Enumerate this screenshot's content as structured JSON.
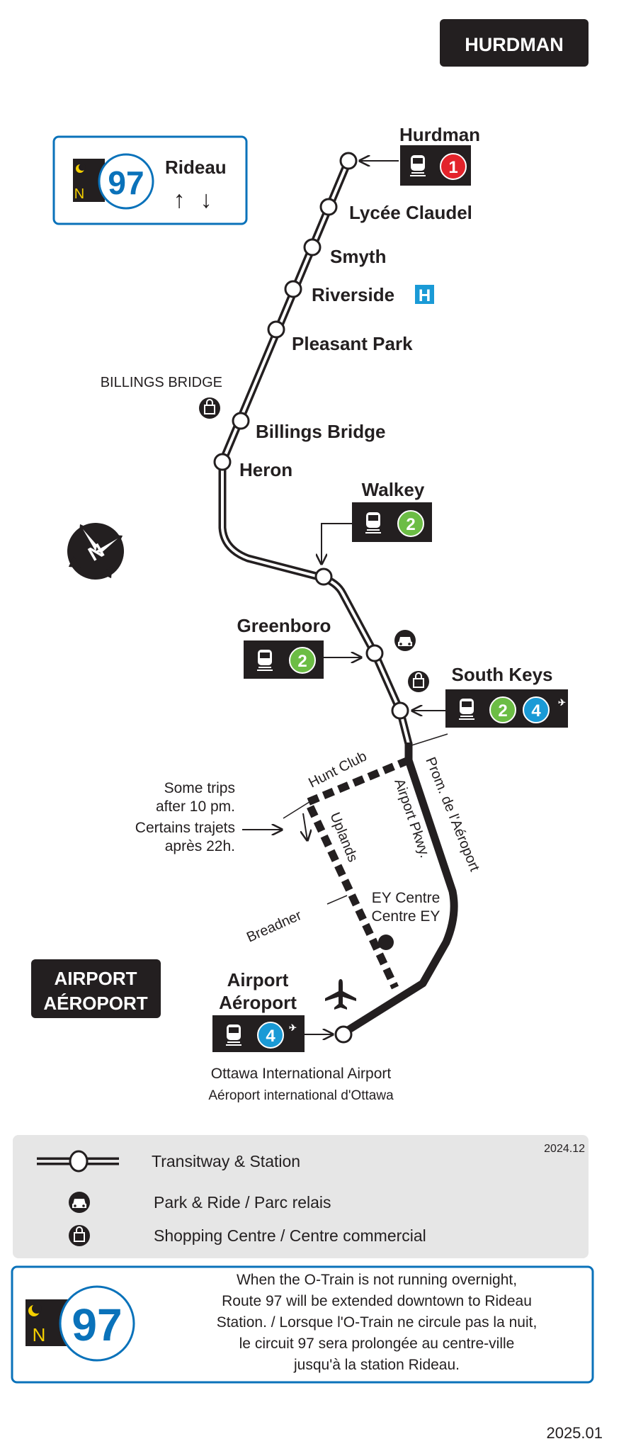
{
  "header": {
    "title": "HURDMAN"
  },
  "route_box": {
    "night_letter": "N",
    "route_number": "97",
    "destination": "Rideau",
    "direction_up": "↑",
    "direction_down": "↓"
  },
  "stations": [
    {
      "name": "Hurdman",
      "connections": [
        "1"
      ]
    },
    {
      "name": "Lycée Claudel"
    },
    {
      "name": "Smyth"
    },
    {
      "name": "Riverside",
      "icon_text": "H"
    },
    {
      "name": "Pleasant Park"
    },
    {
      "name": "Billings Bridge"
    },
    {
      "name": "Heron"
    },
    {
      "name": "Walkey",
      "connections": [
        "2"
      ]
    },
    {
      "name": "Greenboro",
      "connections": [
        "2"
      ]
    },
    {
      "name": "South Keys",
      "connections": [
        "2",
        "4"
      ]
    },
    {
      "name_en": "Airport",
      "name_fr": "Aéroport",
      "connections": [
        "4"
      ]
    }
  ],
  "landmarks": {
    "billings_mall": "BILLINGS BRIDGE",
    "ey_en": "EY Centre",
    "ey_fr": "Centre EY",
    "airport_en": "Ottawa International Airport",
    "airport_fr": "Aéroport international d'Ottawa"
  },
  "streets": {
    "hunt_club": "Hunt Club",
    "uplands": "Uplands",
    "breadner": "Breadner",
    "airport_pkwy": "Airport Pkwy.",
    "prom": "Prom. de l'Aéroport"
  },
  "note": {
    "line1": "Some trips",
    "line2": "after 10 pm.",
    "line3": "Certains trajets",
    "line4": "après 22h."
  },
  "destination_box": {
    "line1": "AIRPORT",
    "line2": "AÉROPORT"
  },
  "compass": {
    "label": "N"
  },
  "legend": {
    "version": "2024.12",
    "items": [
      {
        "icon": "transitway-station-icon",
        "label": "Transitway & Station"
      },
      {
        "icon": "park-and-ride-icon",
        "label": "Park & Ride / Parc relais"
      },
      {
        "icon": "shopping-centre-icon",
        "label": "Shopping Centre / Centre commercial"
      }
    ]
  },
  "overnight_note": {
    "night_letter": "N",
    "route_number": "97",
    "lines": [
      "When the O-Train is not running overnight,",
      "Route 97 will be extended downtown to Rideau",
      "Station.  / Lorsque l'O-Train ne circule pas la nuit,",
      "le circuit 97 sera prolongée au centre-ville",
      "jusqu'à la station Rideau."
    ]
  },
  "footer": {
    "date": "2025.01"
  },
  "colors": {
    "line1": "#e3242b",
    "line2": "#6cbd45",
    "line4": "#1a9ad6",
    "brand_blue": "#0a72ba",
    "night_yellow": "#f5d000",
    "dark": "#231f20",
    "legend_bg": "#e6e6e6"
  }
}
